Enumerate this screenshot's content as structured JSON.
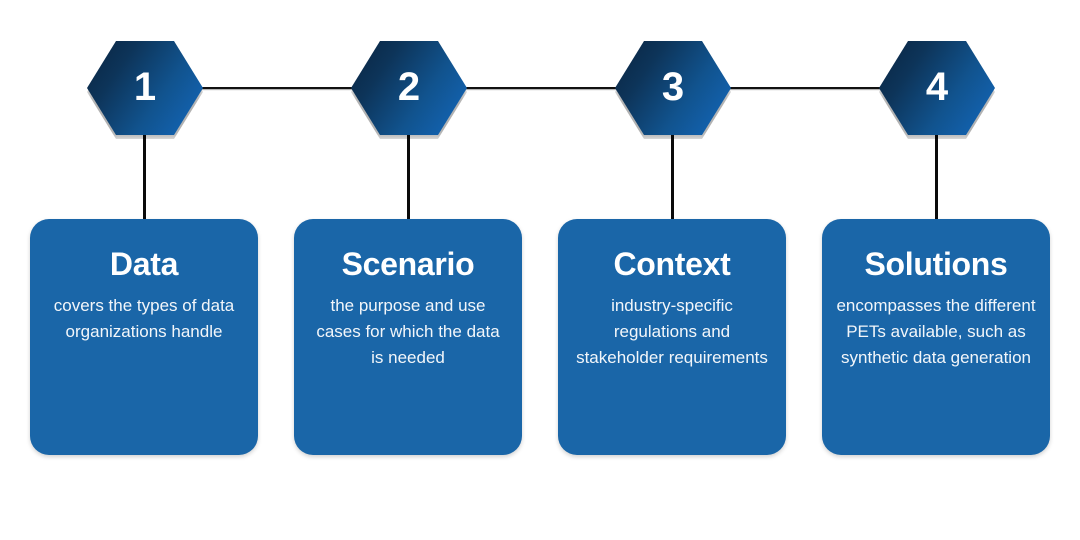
{
  "diagram": {
    "type": "process-flow",
    "background_color": "#ffffff",
    "accent_color": "#1a66a8",
    "hexagon_gradient_from": "#0a2440",
    "hexagon_gradient_to": "#0f5ba3",
    "connector_color": "#0b0b0b",
    "steps": [
      {
        "number": "1",
        "title": "Data",
        "description": "covers the types of data organizations handle"
      },
      {
        "number": "2",
        "title": "Scenario",
        "description": "the purpose and use cases for which the data is needed"
      },
      {
        "number": "3",
        "title": "Context",
        "description": "industry-specific regulations and stakeholder requirements"
      },
      {
        "number": "4",
        "title": "Solutions",
        "description": "encompasses the different PETs available, such as synthetic data generation"
      }
    ]
  }
}
